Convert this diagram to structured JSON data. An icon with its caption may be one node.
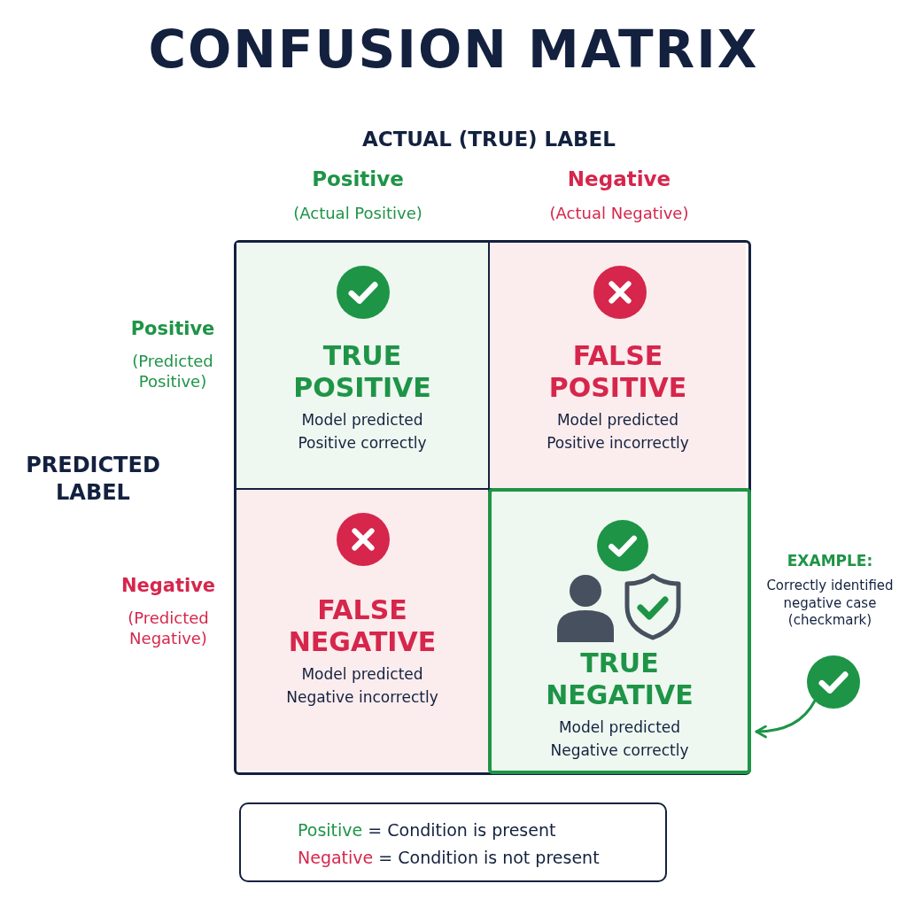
{
  "diagram": {
    "title": "CONFUSION MATRIX",
    "nodes": [
      {
        "text": [
          "TRUE POSITIVE",
          "Model predicted Positive correctly"
        ]
      },
      {
        "text": [
          "FALSE POSITIVE",
          "Model predicted Positive incorrectly"
        ]
      },
      {
        "text": [
          "FALSE NEGATIVE",
          "Model predicted Negative incorrectly"
        ]
      },
      {
        "text": [
          "TRUE NEGATIVE",
          "Model predicted Negative correctly"
        ]
      },
      {
        "text": [],
        "shape": "circle"
      },
      {
        "text": [
          "Positive",
          "= Condition is present",
          "Negative",
          "= Condition is not present"
        ]
      }
    ],
    "edges": [
      {
        "from": 4,
        "to": 3,
        "arrow": "to"
      }
    ],
    "labels": [
      "ACTUAL (TRUE) LABEL",
      "Positive",
      "(Actual Positive)",
      "Negative",
      "(Actual Negative)",
      "Positive",
      "(Predicted Positive)",
      "PREDICTED LABEL",
      "Negative",
      "(Predicted Negative)",
      "EXAMPLE:",
      "Correctly identified negative case (checkmark)"
    ]
  }
}
